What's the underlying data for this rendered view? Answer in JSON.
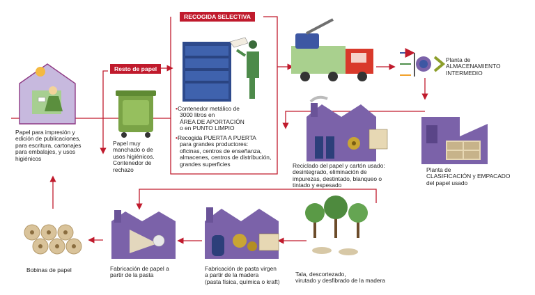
{
  "title": "RECOGIDA SELECTIVA",
  "resto_label": "Resto de papel",
  "home_text": [
    "Papel para impresión y",
    "edición de publicaciones,",
    "para escritura, cartonajes",
    "para embalajes, y usos",
    "higiénicos"
  ],
  "bin_text": [
    "Papel muy",
    "manchado o de",
    "usos higiénicos.",
    "Contenedor de",
    "rechazo"
  ],
  "container": {
    "line1": "Contenedor metálico de",
    "line2": "3000 litros en",
    "line3": "ÁREA DE APORTACIÓN",
    "line4": "o en PUNTO LIMPIO"
  },
  "door": {
    "line1": "Recogida PUERTA A PUERTA",
    "line2": "para grandes productores:",
    "line3": "oficinas, centros de enseñanza,",
    "line4": "almacenes, centros de distribución,",
    "line5": "grandes superficies"
  },
  "storage": {
    "line1": "Planta de",
    "line2": "ALMACENAMIENTO",
    "line3": "INTERMEDIO"
  },
  "classification": {
    "line1": "Planta de",
    "line2": "CLASIFICACIÓN y EMPACADO",
    "line3": "del papel usado"
  },
  "recycling_text": [
    "Reciclado del papel y cartón usado:",
    "desintegrado, eliminación de",
    "impurezas, destintado, blanqueo o",
    "tintado y espesado"
  ],
  "tala_text": [
    "Tala, descortezado,",
    "virutado y desfibrado de la madera"
  ],
  "pulp_text": [
    "Fabricación de pasta virgen",
    "a partir de la madera",
    "(pasta física, química o kraft)"
  ],
  "paper_text": [
    "Fabricación de papel a",
    "partir de la pasta"
  ],
  "bobinas_text": [
    "Bobinas de papel"
  ],
  "colors": {
    "arrow": "#c01a2c",
    "purple": "#7b62a9",
    "green": "#4f8f4b",
    "truck": "#d9392b",
    "blue": "#3d57a3"
  }
}
